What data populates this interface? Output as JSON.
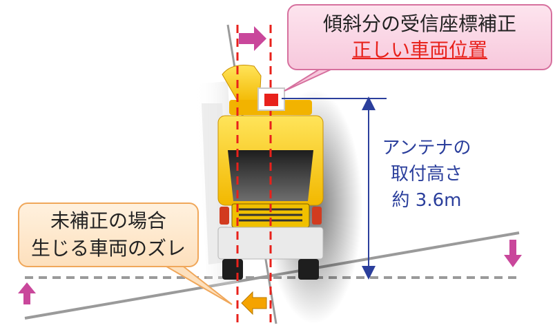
{
  "callout_correction": {
    "line1": "傾斜分の受信座標補正",
    "line2": "正しい車両位置"
  },
  "callout_error": {
    "line1": "未補正の場合",
    "line2": "生じる車両のズレ"
  },
  "antenna_height": {
    "line1": "アンテナの",
    "line2": "取付高さ",
    "line3": "約 3.6m"
  },
  "colors": {
    "truck_body": "#f5c400",
    "correct_marker": "#e8211b",
    "magenta_arrow": "#c9479b",
    "orange_arrow": "#f5a300",
    "height_line": "#2b3f9c",
    "ground": "#9a9a9a"
  }
}
